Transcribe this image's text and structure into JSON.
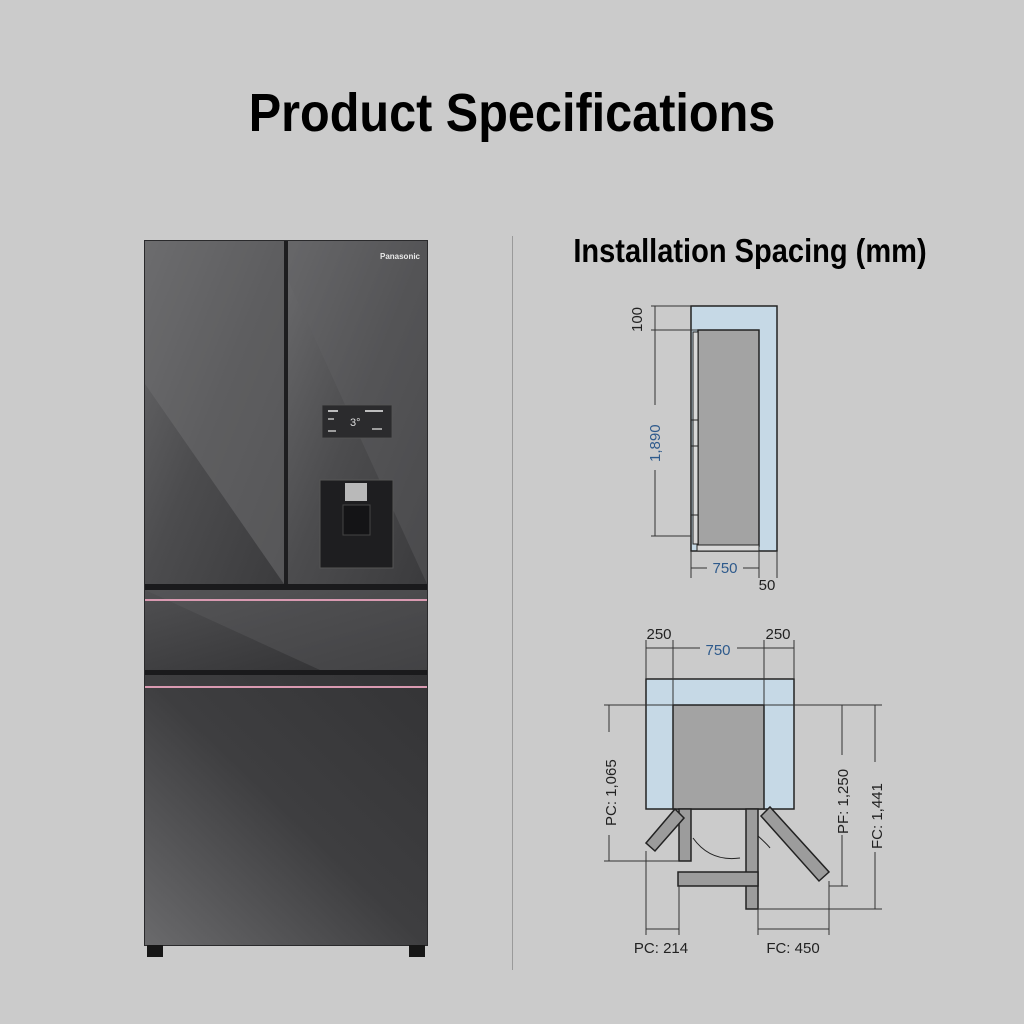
{
  "page": {
    "title": "Product Specifications",
    "subtitle": "Installation Spacing (mm)"
  },
  "fridge": {
    "brand": "Panasonic",
    "display_reading": "3°"
  },
  "side_view": {
    "top_clearance": "100",
    "height": "1,890",
    "depth": "750",
    "back_clearance": "50"
  },
  "top_view": {
    "left_clearance": "250",
    "width": "750",
    "right_clearance": "250",
    "pc_depth": "PC: 1,065",
    "pf_depth": "PF: 1,250",
    "fc_depth": "FC: 1,441",
    "pc_door": "PC: 214",
    "fc_door": "FC: 450"
  },
  "colors": {
    "background": "#cbcbcb",
    "clearance_fill": "#c6d9e6",
    "fridge_fill": "#a3a3a3",
    "accent_blue": "#2e5a8c"
  }
}
